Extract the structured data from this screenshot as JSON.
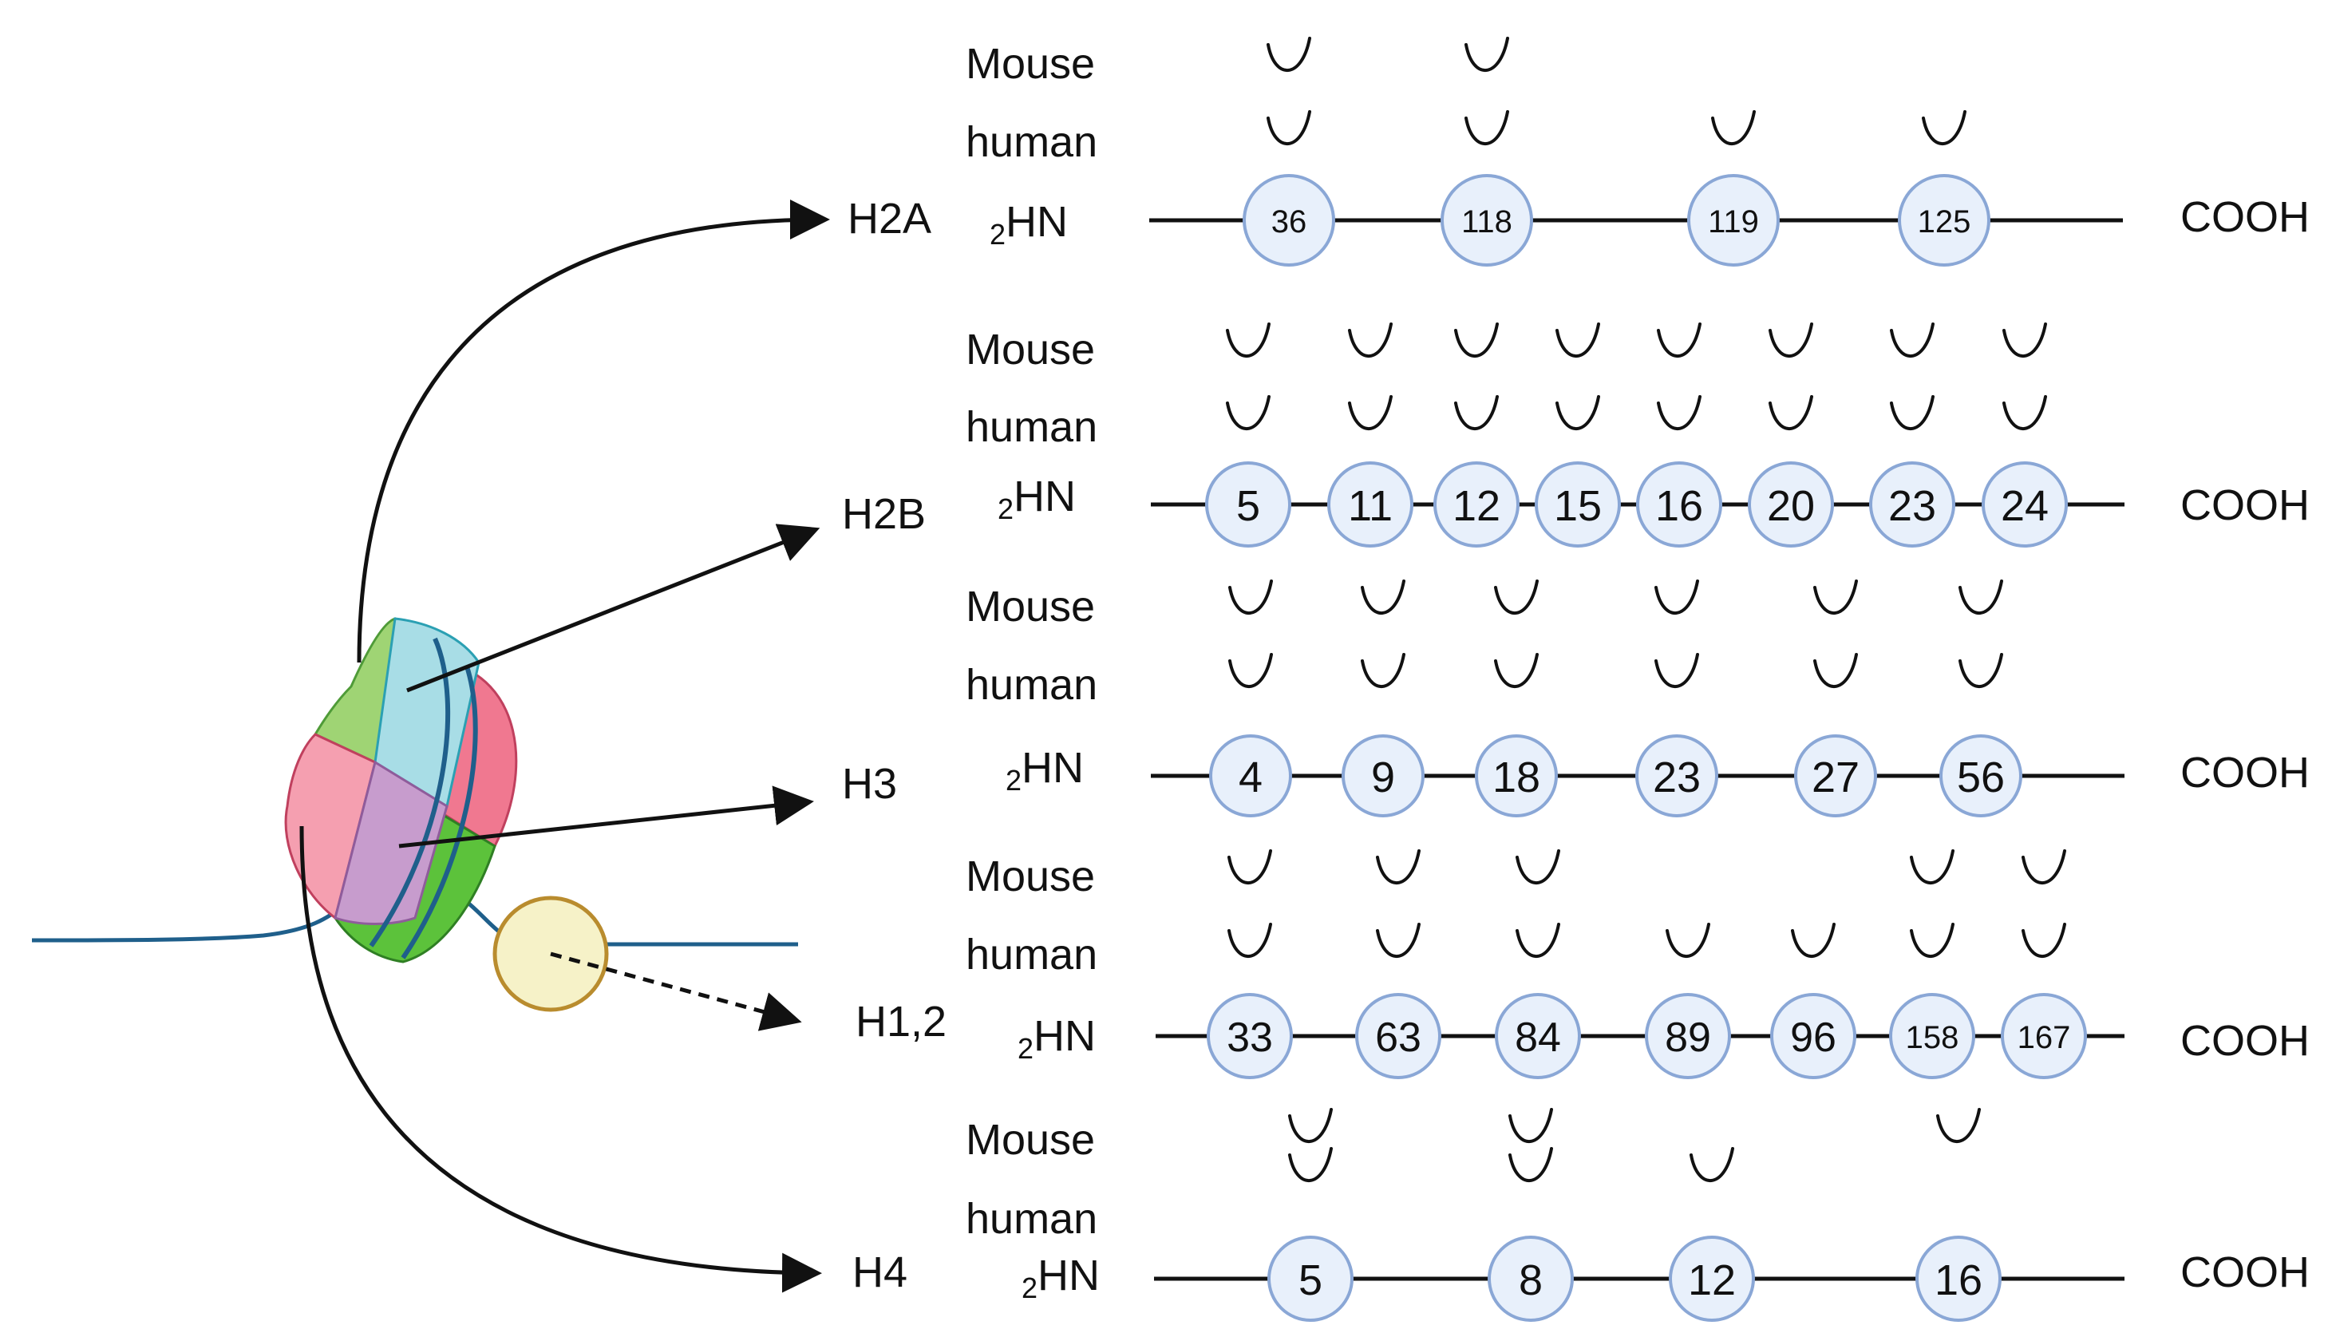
{
  "colors": {
    "circle_fill": "#e8f0fb",
    "circle_stroke": "#8aa7d6",
    "dna": "#1f5f8b",
    "linker_fill": "#f6f2c8",
    "linker_stroke": "#b98c2e",
    "pink": "#f07890",
    "green": "#5cc23b",
    "cyan": "#a8dde6",
    "purple": "#c79ccd"
  },
  "histones": [
    {
      "name": "H2A",
      "n_term": "2HN",
      "c_term": "COOH",
      "rows": [
        "Mouse",
        "human"
      ],
      "sites": [
        {
          "label": "36",
          "mouse": true,
          "human": true
        },
        {
          "label": "118",
          "mouse": true,
          "human": true
        },
        {
          "label": "119",
          "mouse": false,
          "human": true
        },
        {
          "label": "125",
          "mouse": false,
          "human": true
        }
      ]
    },
    {
      "name": "H2B",
      "n_term": "2HN",
      "c_term": "COOH",
      "rows": [
        "Mouse",
        "human"
      ],
      "sites": [
        {
          "label": "5",
          "mouse": true,
          "human": true
        },
        {
          "label": "11",
          "mouse": true,
          "human": true
        },
        {
          "label": "12",
          "mouse": true,
          "human": true
        },
        {
          "label": "15",
          "mouse": true,
          "human": true
        },
        {
          "label": "16",
          "mouse": true,
          "human": true
        },
        {
          "label": "20",
          "mouse": true,
          "human": true
        },
        {
          "label": "23",
          "mouse": true,
          "human": true
        },
        {
          "label": "24",
          "mouse": true,
          "human": true
        }
      ]
    },
    {
      "name": "H3",
      "n_term": "2HN",
      "c_term": "COOH",
      "rows": [
        "Mouse",
        "human"
      ],
      "sites": [
        {
          "label": "4",
          "mouse": true,
          "human": true
        },
        {
          "label": "9",
          "mouse": true,
          "human": true
        },
        {
          "label": "18",
          "mouse": true,
          "human": true
        },
        {
          "label": "23",
          "mouse": true,
          "human": true
        },
        {
          "label": "27",
          "mouse": true,
          "human": true
        },
        {
          "label": "56",
          "mouse": true,
          "human": true
        }
      ]
    },
    {
      "name": "H1,2",
      "n_term": "2HN",
      "c_term": "COOH",
      "rows": [
        "Mouse",
        "human"
      ],
      "sites": [
        {
          "label": "33",
          "mouse": true,
          "human": true
        },
        {
          "label": "63",
          "mouse": true,
          "human": true
        },
        {
          "label": "84",
          "mouse": true,
          "human": true
        },
        {
          "label": "89",
          "mouse": false,
          "human": true
        },
        {
          "label": "96",
          "mouse": false,
          "human": true
        },
        {
          "label": "158",
          "mouse": true,
          "human": true
        },
        {
          "label": "167",
          "mouse": true,
          "human": true
        }
      ]
    },
    {
      "name": "H4",
      "n_term": "2HN",
      "c_term": "COOH",
      "rows": [
        "Mouse",
        "human"
      ],
      "sites": [
        {
          "label": "5",
          "mouse": true,
          "human": true
        },
        {
          "label": "8",
          "mouse": true,
          "human": true
        },
        {
          "label": "12",
          "mouse": false,
          "human": true
        },
        {
          "label": "16",
          "mouse": true,
          "human": false
        }
      ]
    }
  ]
}
